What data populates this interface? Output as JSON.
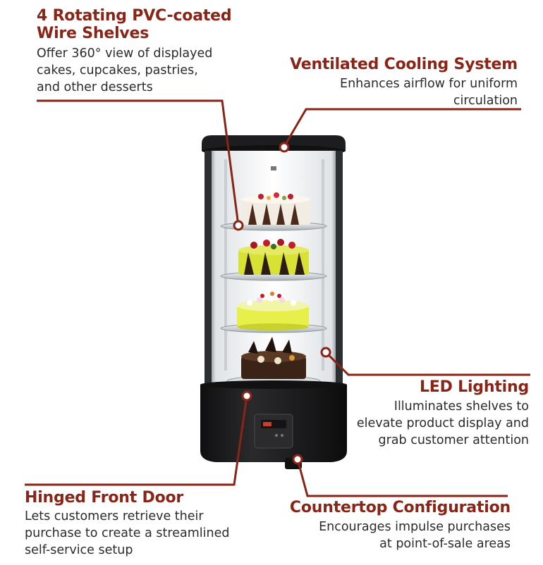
{
  "features": {
    "shelves": {
      "title_line1": "4 Rotating PVC-coated",
      "title_line2": "Wire Shelves",
      "desc_line1": "Offer 360° view of displayed",
      "desc_line2": "cakes, cupcakes, pastries,",
      "desc_line3": "and other desserts"
    },
    "cooling": {
      "title": "Ventilated Cooling System",
      "desc_line1": "Enhances airflow for uniform",
      "desc_line2": "circulation"
    },
    "led": {
      "title": "LED Lighting",
      "desc_line1": "Illuminates shelves to",
      "desc_line2": "elevate product display and",
      "desc_line3": "grab customer attention"
    },
    "door": {
      "title": "Hinged Front Door",
      "desc_line1": "Lets customers retrieve their",
      "desc_line2": "purchase to create a streamlined",
      "desc_line3": "self-service setup"
    },
    "countertop": {
      "title": "Countertop Configuration",
      "desc_line1": "Encourages impulse purchases",
      "desc_line2": "at point-of-sale areas"
    }
  },
  "colors": {
    "accent": "#8a2417",
    "text": "#2b2b2b",
    "cabinet": "#1c1c1e"
  },
  "icons": {
    "callout_marker": "circle-dot-icon",
    "cake": "cake-illustration"
  }
}
